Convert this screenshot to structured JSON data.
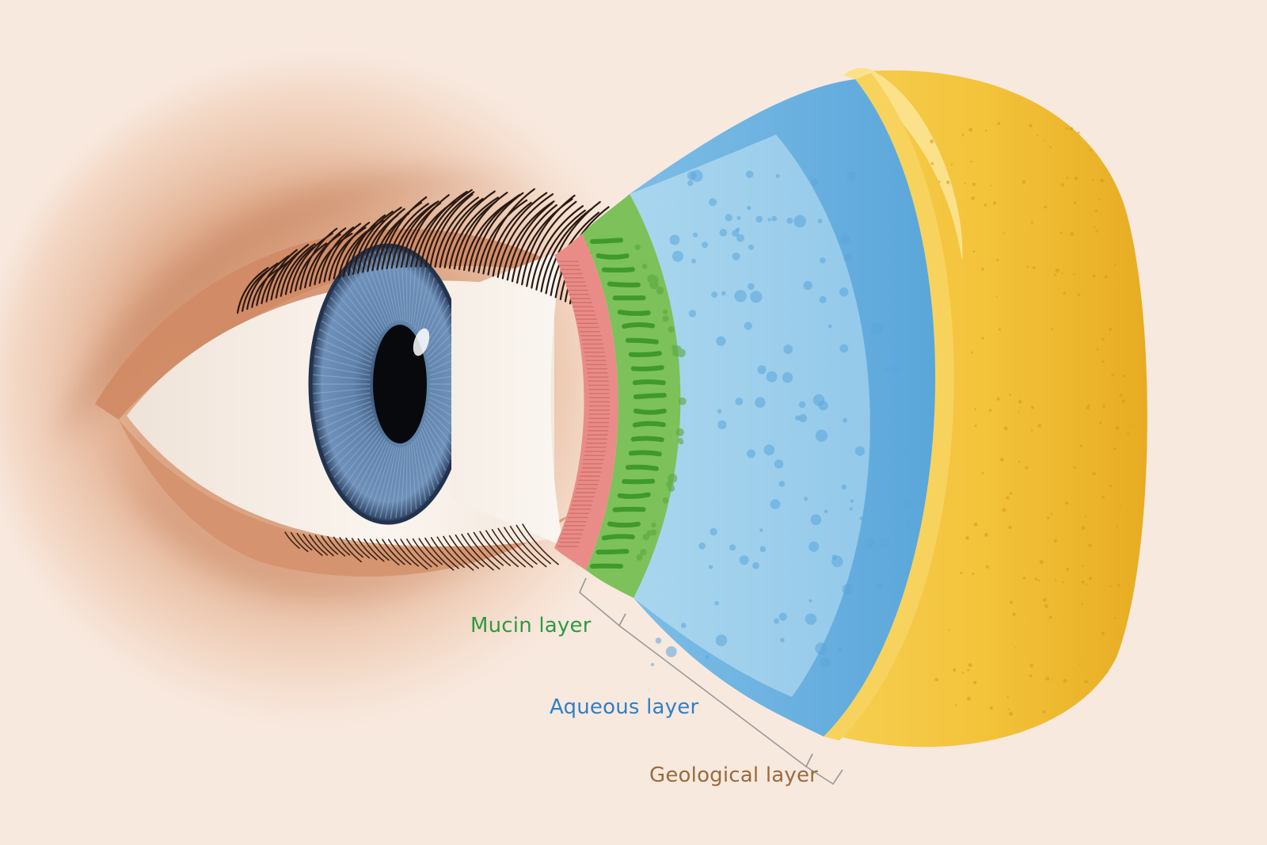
{
  "labels": {
    "mucin": "Mucin layer",
    "aqueous": "Aqueous layer",
    "geological": "Geological layer"
  },
  "colors": {
    "background": "#f8e9df",
    "skin": "#e3a77f",
    "iris": "#5a7ca3",
    "pupil": "#07090d",
    "epithelium": "#e98c88",
    "mucin": "#7cc15a",
    "aqueous_inner": "#9fd0ea",
    "aqueous_outer": "#68b1e0",
    "lipid": "#f3c33a",
    "label_mucin": "#2e9a43",
    "label_aqueous": "#2f80c6",
    "label_geological": "#9a6b3c"
  },
  "icons": [
    "eye-illustration",
    "tear-film-cross-section"
  ]
}
